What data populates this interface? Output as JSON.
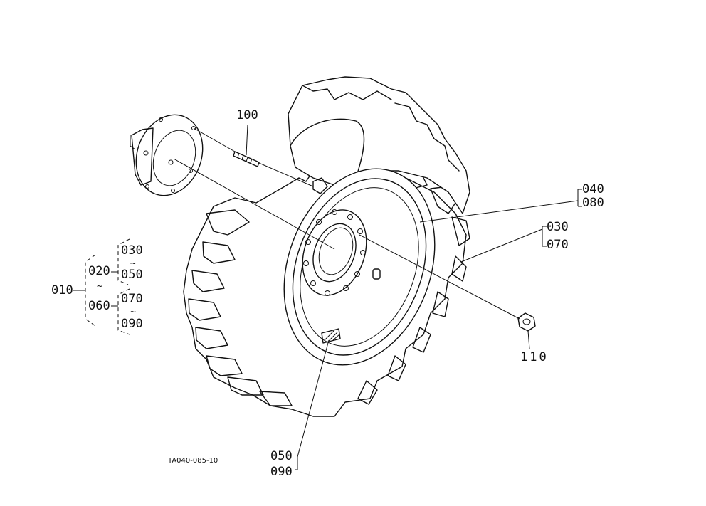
{
  "diagram": {
    "drawing_code": "TA040-085-10",
    "callouts": {
      "c100": "100",
      "c040": "040",
      "c080": "080",
      "c030_r": "030",
      "c070_r": "070",
      "c110": "110",
      "c050_b": "050",
      "c090_b": "090",
      "c010": "010",
      "c020": "020",
      "c060": "060",
      "c030_l": "030",
      "c050_l": "050",
      "c070_l": "070",
      "c090_l": "090",
      "tilde": "~"
    },
    "colors": {
      "ink": "#111111",
      "paper": "#ffffff"
    }
  }
}
